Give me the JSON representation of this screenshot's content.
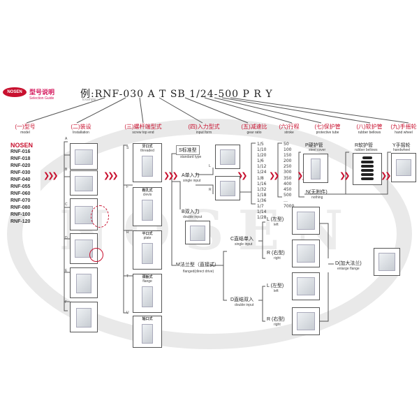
{
  "brand": {
    "logo": "NOSEN",
    "title": "型号说明",
    "subtitle": "Selection Guide"
  },
  "model_code": {
    "text": "例:RNF-030 A T SB 1/24-500 P R Y",
    "sub": "Example"
  },
  "columns": [
    {
      "cn": "(一)型号",
      "en": "model"
    },
    {
      "cn": "(二)装设",
      "en": "Installation"
    },
    {
      "cn": "(三)螺杆端型式",
      "en": "screw top end"
    },
    {
      "cn": "(四)入力型式",
      "en": "input form"
    },
    {
      "cn": "(五)减速比",
      "en": "gear ratio"
    },
    {
      "cn": "(六)行程",
      "en": "stroke"
    },
    {
      "cn": "(七)保护管",
      "en": "protective tube"
    },
    {
      "cn": "(八)软护管",
      "en": "rubber bellows"
    },
    {
      "cn": "(九)手摇轮",
      "en": "hand wheel"
    }
  ],
  "models": {
    "head": "NOSEN",
    "items": [
      "RNF-016",
      "RNF-018",
      "RNF-020",
      "RNF-030",
      "RNF-040",
      "RNF-055",
      "RNF-060",
      "RNF-070",
      "RNF-080",
      "RNF-100",
      "RNF-120"
    ]
  },
  "installation": [
    "A",
    "B",
    "C",
    "D",
    "E",
    "F"
  ],
  "screw_ends": [
    {
      "code": "S",
      "cn": "牙口式",
      "en": "threaded"
    },
    {
      "code": "F",
      "cn": "鞍孔式",
      "en": "clevis"
    },
    {
      "code": "R",
      "cn": "平口式",
      "en": "plate"
    },
    {
      "code": "T",
      "cn": "颈板式",
      "en": "flange"
    },
    {
      "code": "U",
      "cn": "轴口式",
      "en": ""
    }
  ],
  "input": {
    "standard": "S标准型",
    "standard_en": "standard type",
    "single": "A单入力",
    "single_en": "single input",
    "L": "L",
    "R": "R",
    "double": "B双入力",
    "double_en": "double input",
    "motor": "M法兰型（直接式）",
    "motor_en": "flanged(direct drive)",
    "c_single": "C直结单入",
    "c_single_en": "single input",
    "d_double": "D直结双入",
    "d_double_en": "double input",
    "left": "L (左型)",
    "left_en": "left",
    "right": "R (右型)",
    "right_en": "right",
    "flange": "D(加大法兰)",
    "flange_en": "enlarge flange"
  },
  "ratios": [
    "1/5",
    "1/10",
    "1/20",
    "1/6",
    "1/12",
    "1/24",
    "1/8",
    "1/16",
    "1/32",
    "1/18",
    "1/36",
    "1/7",
    "1/14",
    "1/28"
  ],
  "strokes": [
    "50",
    "100",
    "150",
    "200",
    "250",
    "300",
    "350",
    "400",
    "450",
    "500",
    "…",
    "7000"
  ],
  "tube": {
    "p": "P硬护管",
    "p_en": "steel cover",
    "n": "N(无附件)",
    "n_en": "nothing"
  },
  "bellows": {
    "r": "R软护管",
    "r_en": "rubber bellows"
  },
  "wheel": {
    "y": "Y手摇轮",
    "y_en": "handwheel"
  },
  "watermark": "NOSEN",
  "colors": {
    "accent": "#c8102e",
    "line": "#555555"
  }
}
